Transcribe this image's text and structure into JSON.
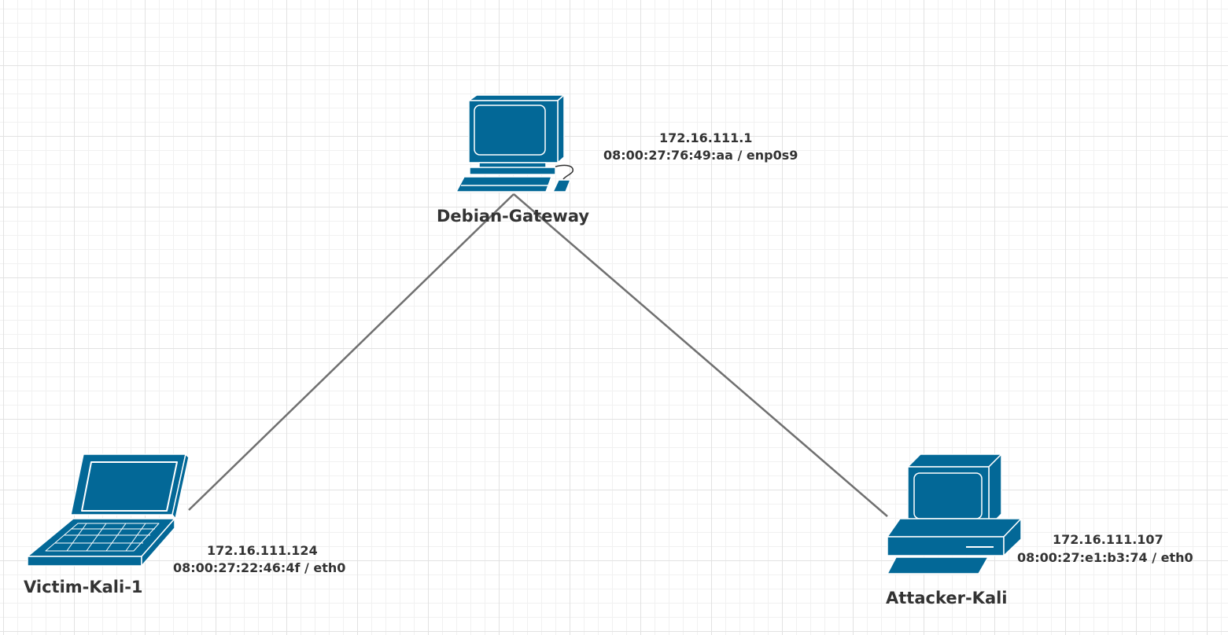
{
  "nodes": {
    "gateway": {
      "name": "Debian-Gateway",
      "ip": "172.16.111.1",
      "mac_iface": "08:00:27:76:49:aa / enp0s9",
      "icon": "desktop-pc-icon"
    },
    "victim": {
      "name": "Victim-Kali-1",
      "ip": "172.16.111.124",
      "mac_iface": "08:00:27:22:46:4f / eth0",
      "icon": "laptop-icon"
    },
    "attacker": {
      "name": "Attacker-Kali",
      "ip": "172.16.111.107",
      "mac_iface": "08:00:27:e1:b3:74 / eth0",
      "icon": "pc-icon"
    }
  },
  "links": [
    {
      "from": "gateway",
      "to": "victim"
    },
    {
      "from": "gateway",
      "to": "attacker"
    }
  ],
  "colors": {
    "device_fill": "#036897",
    "device_stroke": "#ffffff",
    "link": "#707070",
    "text": "#333333"
  }
}
